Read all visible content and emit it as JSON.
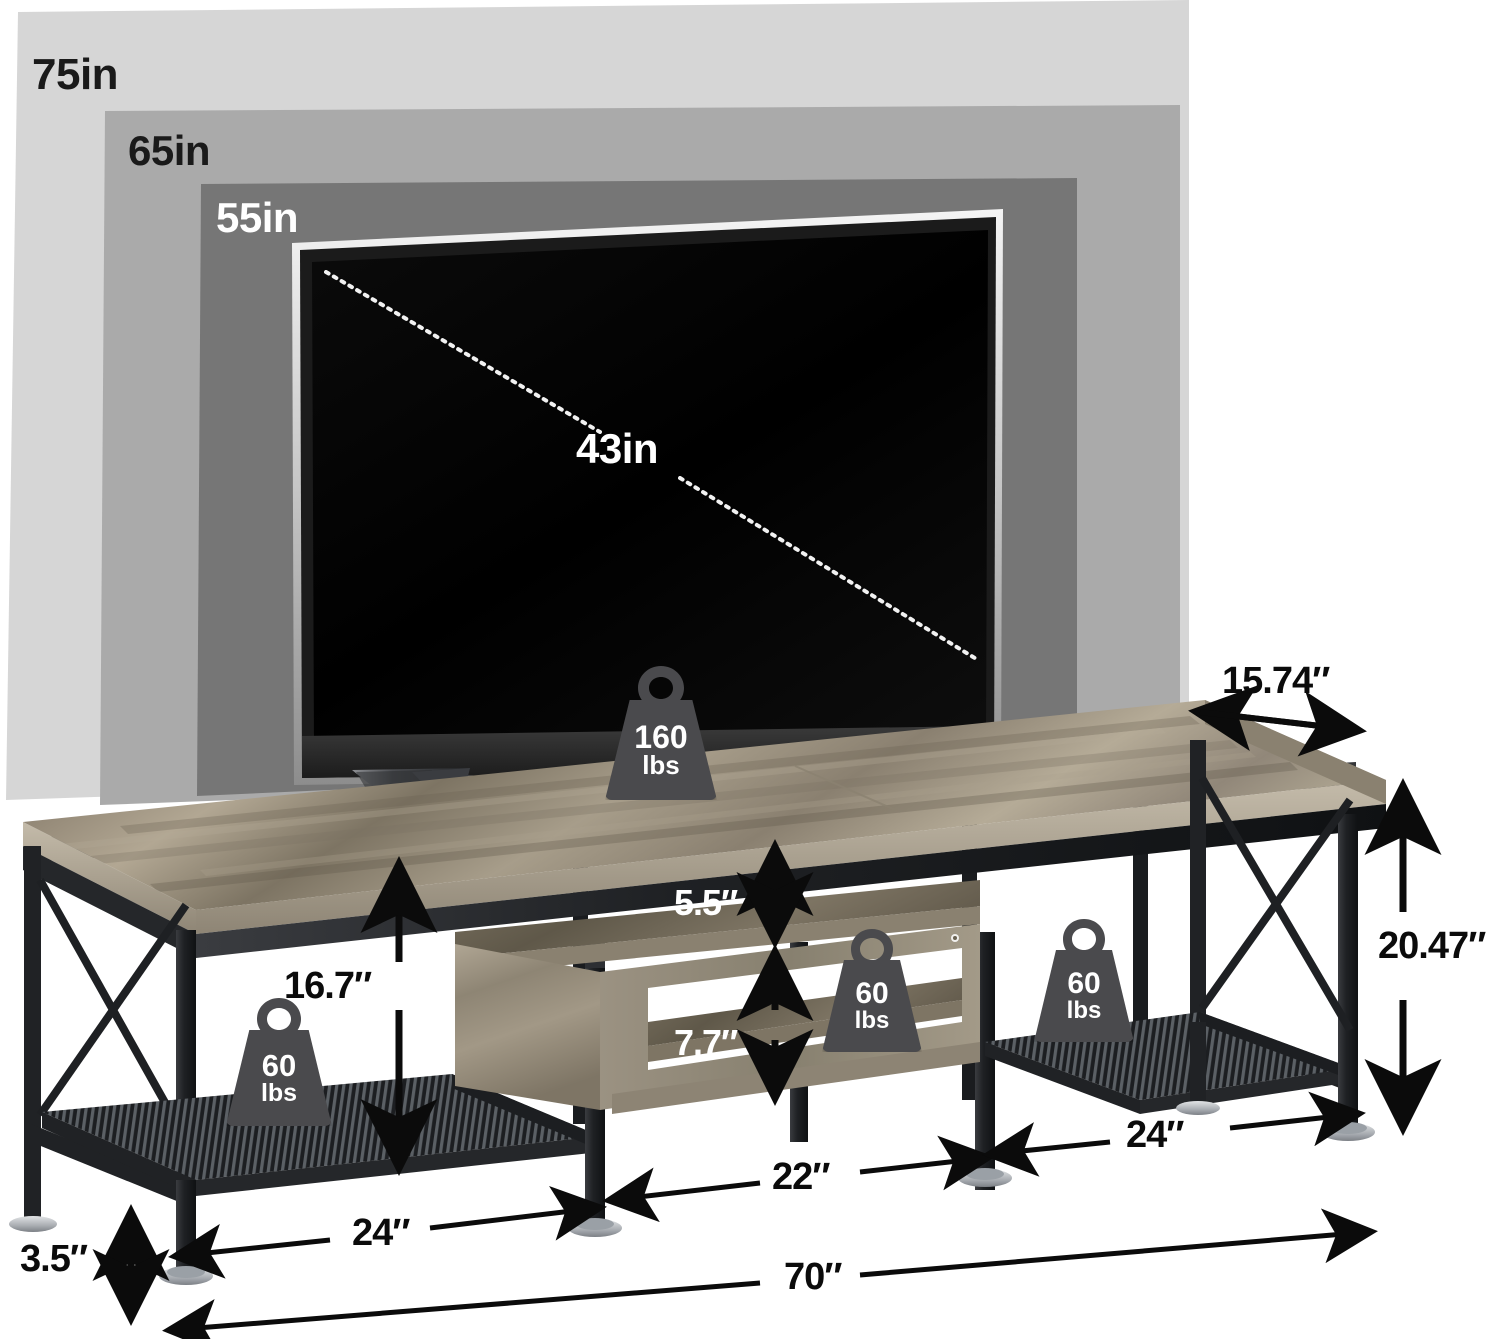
{
  "image": {
    "title": "TV Stand Dimension Diagram",
    "background_color": "#ffffff"
  },
  "tv_size_guide": {
    "description": "Nested rectangles comparing TV screen sizes that fit the stand",
    "sizes": [
      {
        "label": "75in",
        "color": "#d6d6d6",
        "text_color": "#1a1a1a"
      },
      {
        "label": "65in",
        "color": "#aaaaaa",
        "text_color": "#1a1a1a"
      },
      {
        "label": "55in",
        "color": "#767676",
        "text_color": "#ffffff"
      },
      {
        "label": "43in",
        "color": "#000000",
        "text_color": "#ffffff"
      }
    ],
    "screen_label": "43in"
  },
  "weights": [
    {
      "name": "top-capacity",
      "value": "160",
      "unit": "lbs"
    },
    {
      "name": "left-shelf-capacity",
      "value": "60",
      "unit": "lbs"
    },
    {
      "name": "center-shelf-capacity",
      "value": "60",
      "unit": "lbs"
    },
    {
      "name": "right-shelf-capacity",
      "value": "60",
      "unit": "lbs"
    }
  ],
  "dimensions": {
    "depth": "15.74″",
    "height": "20.47″",
    "overall_width": "70″",
    "left_bay_width": "24″",
    "center_bay_width": "22″",
    "right_bay_width": "24″",
    "left_bay_clearance": "16.7″",
    "upper_shelf_clearance": "5.5″",
    "lower_shelf_clearance": "7.7″",
    "leg_clearance": "3.5″"
  },
  "colors": {
    "metal_frame": "#262629",
    "wood_light": "#b3a895",
    "wood_mid": "#9b9080",
    "wood_dark": "#6f6757",
    "weight_badge": "#4a4a4d",
    "foot_silver": "#c9cbcd"
  }
}
